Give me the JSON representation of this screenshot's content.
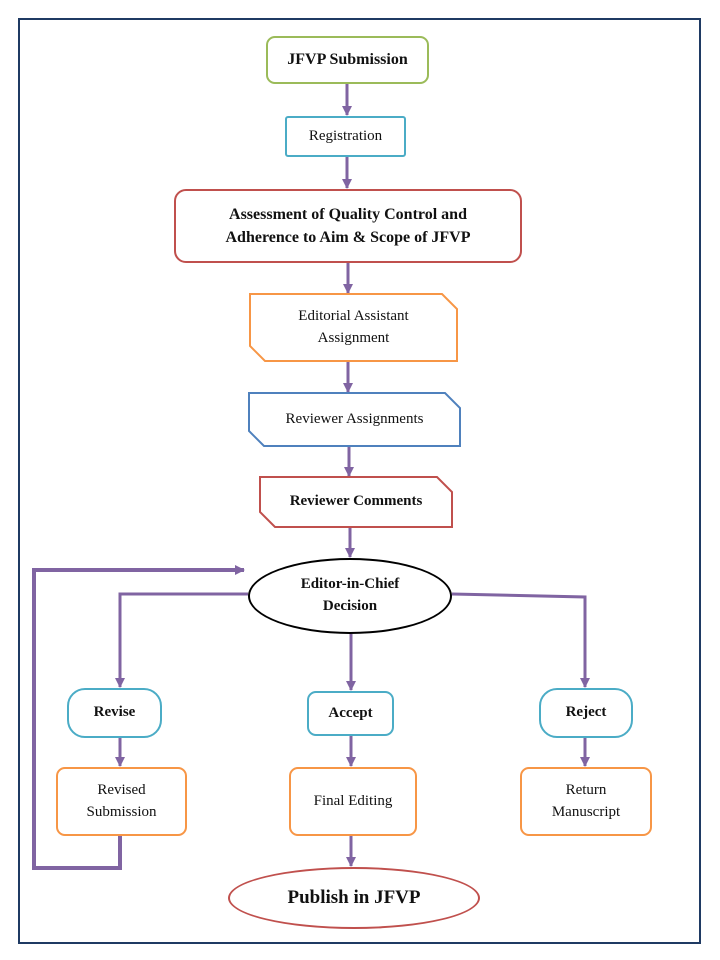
{
  "nodes": {
    "submission": "JFVP Submission",
    "registration": "Registration",
    "assessment": "Assessment of Quality Control and Adherence to Aim & Scope of JFVP",
    "editorial_assistant": "Editorial Assistant Assignment",
    "reviewer_assignments": "Reviewer Assignments",
    "reviewer_comments": "Reviewer Comments",
    "decision": "Editor-in-Chief Decision",
    "revise": "Revise",
    "accept": "Accept",
    "reject": "Reject",
    "revised_submission": "Revised Submission",
    "final_editing": "Final Editing",
    "return_manuscript": "Return Manuscript",
    "publish": "Publish in JFVP"
  },
  "colors": {
    "arrow": "#8064a2",
    "frame": "#1f3a63",
    "green": "#9bbb59",
    "cyan": "#4bacc6",
    "red": "#c0504d",
    "orange": "#f79646",
    "blue": "#4f81bd",
    "black": "#000000"
  }
}
